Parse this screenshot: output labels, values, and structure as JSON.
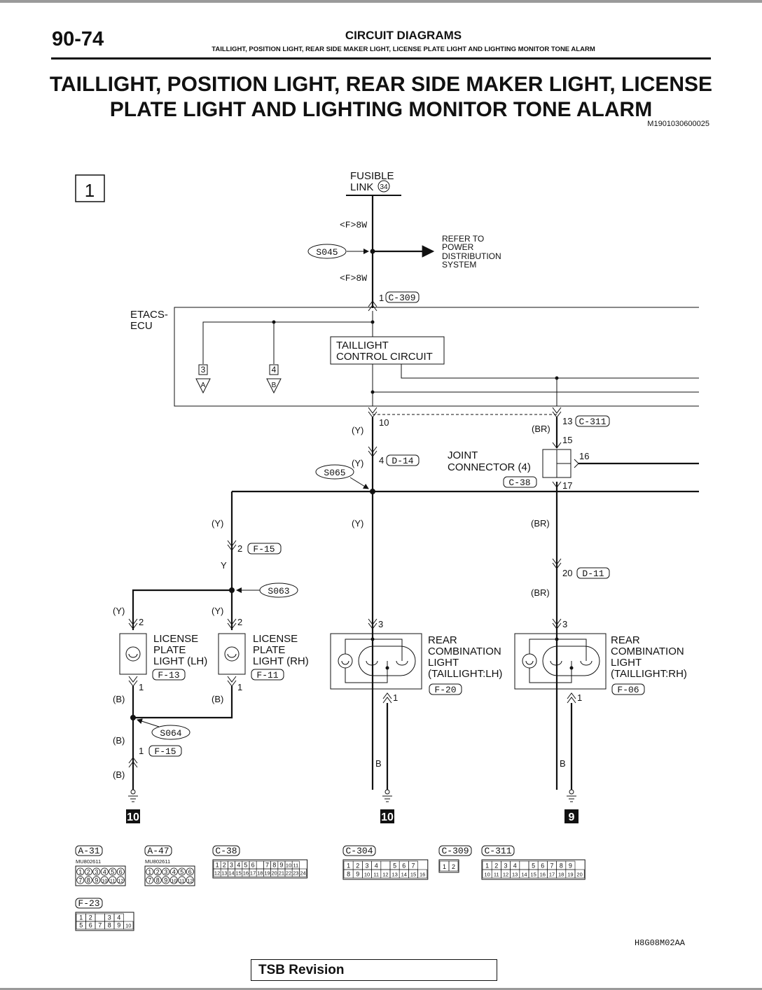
{
  "header": {
    "page_number": "90-74",
    "section": "CIRCUIT DIAGRAMS",
    "subsection": "TAILLIGHT, POSITION LIGHT, REAR SIDE MAKER LIGHT, LICENSE PLATE LIGHT AND LIGHTING MONITOR TONE ALARM"
  },
  "title": {
    "line1": "TAILLIGHT, POSITION LIGHT, REAR SIDE MAKER LIGHT, LICENSE",
    "line2": "PLATE LIGHT AND LIGHTING MONITOR TONE ALARM",
    "doc_id": "M1901030600025"
  },
  "diagram": {
    "page_box": "1",
    "fusible_link": {
      "line1": "FUSIBLE",
      "line2": "LINK",
      "num": "34"
    },
    "wire_8w_top": "<F>8W",
    "wire_8w_bottom": "<F>8W",
    "splice_s045": "S045",
    "refer": [
      "REFER TO",
      "POWER",
      "DISTRIBUTION",
      "SYSTEM"
    ],
    "pin_c309": "1",
    "conn_c309": "C-309",
    "etacs": [
      "ETACS-",
      "ECU"
    ],
    "terminal_a": {
      "num": "3",
      "letter": "A"
    },
    "terminal_b": {
      "num": "4",
      "letter": "B"
    },
    "taillight_circuit": [
      "TAILLIGHT",
      "CONTROL CIRCUIT"
    ],
    "pin_10": "10",
    "color_y": "(Y)",
    "color_br": "(BR)",
    "color_b": "(B)",
    "pin_13": "13",
    "conn_c311": "C-311",
    "pin_15": "15",
    "pin_16": "16",
    "pin_17": "17",
    "pin_4": "4",
    "conn_d14": "D-14",
    "joint": [
      "JOINT",
      "CONNECTOR (4)"
    ],
    "conn_c38": "C-38",
    "splice_s065": "S065",
    "pin_2_f15": "2",
    "conn_f15": "F-15",
    "wire_y": "Y",
    "splice_s063": "S063",
    "pin_20": "20",
    "conn_d11": "D-11",
    "pin_2": "2",
    "pin_3": "3",
    "pin_1": "1",
    "license_lh": [
      "LICENSE",
      "PLATE",
      "LIGHT (LH)"
    ],
    "conn_f13": "F-13",
    "license_rh": [
      "LICENSE",
      "PLATE",
      "LIGHT (RH)"
    ],
    "conn_f11": "F-11",
    "rear_lh": [
      "REAR",
      "COMBINATION",
      "LIGHT",
      " (TAILLIGHT:LH)"
    ],
    "conn_f20": "F-20",
    "rear_rh": [
      "REAR",
      "COMBINATION",
      "LIGHT",
      " (TAILLIGHT:RH)"
    ],
    "conn_f06": "F-06",
    "splice_s064": "S064",
    "pin_1_f15": "1",
    "wire_b": "B",
    "ground_10a": "10",
    "ground_10b": "10",
    "ground_9": "9"
  },
  "connectors": [
    {
      "name": "A-31",
      "part": "MU802611",
      "rows": [
        [
          "1",
          "2",
          "3",
          "4",
          "5",
          "6"
        ],
        [
          "7",
          "8",
          "9",
          "10",
          "11",
          "12"
        ]
      ]
    },
    {
      "name": "A-47",
      "part": "MU802611",
      "rows": [
        [
          "1",
          "2",
          "3",
          "4",
          "5",
          "6"
        ],
        [
          "7",
          "8",
          "9",
          "10",
          "11",
          "12"
        ]
      ]
    },
    {
      "name": "C-38",
      "rows": [
        [
          "1",
          "2",
          "3",
          "4",
          "5",
          "6",
          "",
          "7",
          "8",
          "9",
          "10",
          "11"
        ],
        [
          "12",
          "13",
          "14",
          "15",
          "16",
          "17",
          "18",
          "19",
          "20",
          "21",
          "22",
          "23",
          "24"
        ]
      ]
    },
    {
      "name": "C-304",
      "rows": [
        [
          "1",
          "2",
          "3",
          "4",
          "",
          "5",
          "6",
          "7"
        ],
        [
          "8",
          "9",
          "10",
          "11",
          "12",
          "13",
          "14",
          "15",
          "16"
        ]
      ]
    },
    {
      "name": "C-309",
      "rows": [
        [
          "1",
          "2"
        ]
      ]
    },
    {
      "name": "C-311",
      "rows": [
        [
          "1",
          "2",
          "3",
          "4",
          "",
          "5",
          "6",
          "7",
          "8",
          "9"
        ],
        [
          "10",
          "11",
          "12",
          "13",
          "14",
          "15",
          "16",
          "17",
          "18",
          "19",
          "20"
        ]
      ]
    },
    {
      "name": "F-23",
      "rows": [
        [
          "1",
          "2",
          "",
          "3",
          "4"
        ],
        [
          "5",
          "6",
          "7",
          "8",
          "9",
          "10"
        ]
      ]
    }
  ],
  "figure_code": "H8G08M02AA",
  "footer": {
    "tsb": "TSB Revision"
  }
}
